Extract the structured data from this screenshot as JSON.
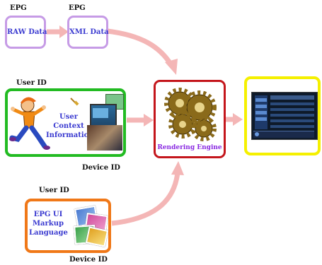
{
  "epg_labels": [
    "EPG",
    "EPG"
  ],
  "raw_box": {
    "text": "RAW Data"
  },
  "xml_box": {
    "text": "XML Data"
  },
  "user_box": {
    "top_label": "User ID",
    "text": [
      "User",
      "Context",
      "Information"
    ],
    "bottom_label": "Device ID"
  },
  "markup_box": {
    "top_label": "User ID",
    "text": [
      "EPG UI",
      "Markup",
      "Language"
    ],
    "bottom_label": "Device ID"
  },
  "engine": {
    "label": "Rendering Engine"
  },
  "colors": {
    "purple_border": "#c69be6",
    "green_border": "#22bb22",
    "orange_border": "#f07818",
    "red_border": "#c4161c",
    "yellow_border": "#f5f000",
    "arrow": "#f4b6b6",
    "text_blue": "#3a3ad0",
    "engine_text": "#8a2be2"
  }
}
